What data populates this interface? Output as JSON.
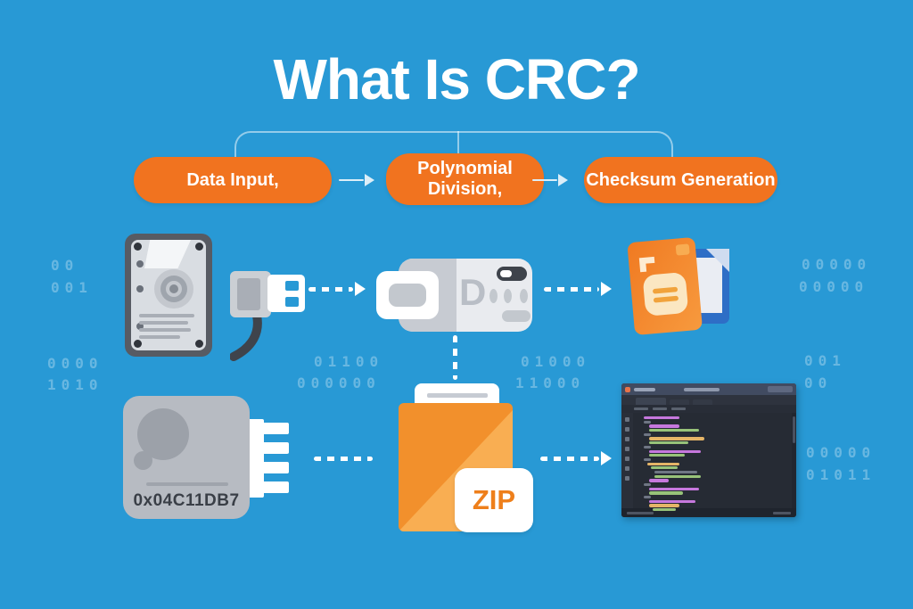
{
  "title": "What Is CRC?",
  "flow": {
    "steps": [
      {
        "label": "Data Input,"
      },
      {
        "label": "Polynomial Division,"
      },
      {
        "label": "Checksum Generation"
      }
    ]
  },
  "card": {
    "letter": "D"
  },
  "chip": {
    "label": "0x04C11DB7"
  },
  "zip": {
    "badge": "ZIP"
  },
  "binary": [
    {
      "text": "00"
    },
    {
      "text": "001"
    },
    {
      "text": "0000"
    },
    {
      "text": "1010"
    },
    {
      "text": "01100"
    },
    {
      "text": "000000"
    },
    {
      "text": "01000"
    },
    {
      "text": "11000"
    },
    {
      "text": "00000"
    },
    {
      "text": "00000"
    },
    {
      "text": "001"
    },
    {
      "text": "00"
    },
    {
      "text": "00000"
    },
    {
      "text": "01011"
    }
  ],
  "colors": {
    "bg": "#2899D5",
    "accent": "#F1731F",
    "folder": "#F2902C",
    "folderLight": "#F9AE52",
    "zipText": "#EE7F1B",
    "docBlue": "#2E6EC6"
  },
  "editor": {
    "palette": [
      "#C678DD",
      "#98C379",
      "#E5B567",
      "#6F7684"
    ],
    "lines": [
      [
        4,
        40,
        0
      ],
      [
        4,
        8,
        3
      ],
      [
        10,
        34,
        0
      ],
      [
        10,
        56,
        1
      ],
      [
        4,
        8,
        3
      ],
      [
        10,
        62,
        2
      ],
      [
        10,
        44,
        1
      ],
      [
        4,
        8,
        3
      ],
      [
        10,
        58,
        0
      ],
      [
        10,
        40,
        1
      ],
      [
        4,
        8,
        3
      ],
      [
        8,
        36,
        2
      ],
      [
        12,
        30,
        1
      ],
      [
        16,
        48,
        3
      ],
      [
        16,
        52,
        1
      ],
      [
        10,
        22,
        0
      ],
      [
        4,
        8,
        3
      ],
      [
        10,
        56,
        0
      ],
      [
        10,
        38,
        1
      ],
      [
        4,
        8,
        3
      ],
      [
        10,
        52,
        0
      ],
      [
        10,
        34,
        2
      ],
      [
        14,
        26,
        1
      ]
    ]
  }
}
